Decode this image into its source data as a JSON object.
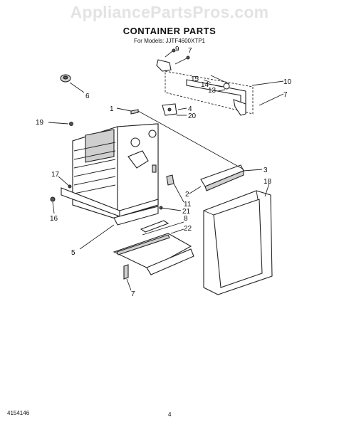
{
  "watermark": "AppliancePartsPros.com",
  "title": "CONTAINER PARTS",
  "subtitle": "For Models: JJTF4600XTP1",
  "footer_left": "4154146",
  "page_number": "4",
  "callouts": [
    "1",
    "2",
    "3",
    "4",
    "5",
    "6",
    "7",
    "7",
    "7",
    "8",
    "9",
    "10",
    "11",
    "13",
    "14",
    "15",
    "16",
    "17",
    "18",
    "19",
    "20",
    "21",
    "22"
  ]
}
